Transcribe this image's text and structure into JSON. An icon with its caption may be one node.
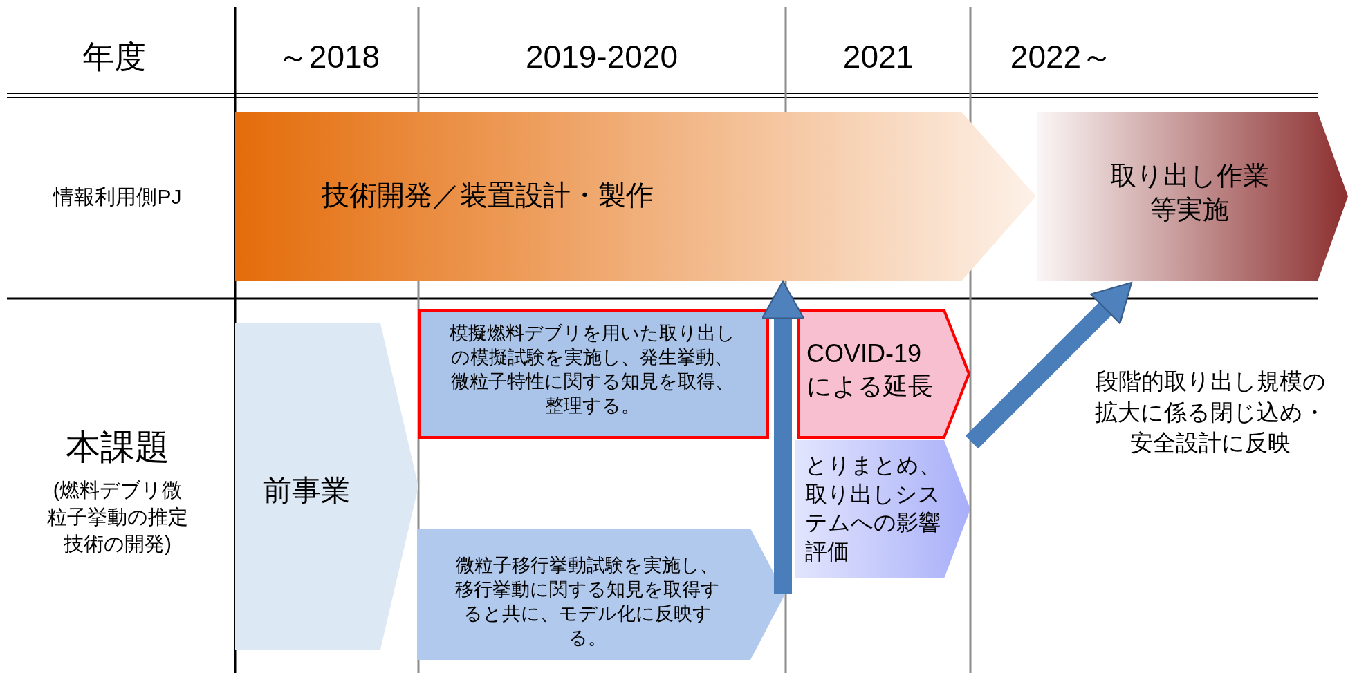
{
  "diagram": {
    "nodes": [
      {
        "text": [
          "技術開発／装置設計・製作"
        ]
      },
      {
        "text": [
          "取り出し作業等実施"
        ]
      },
      {
        "text": [
          "前事業"
        ]
      },
      {
        "text": [
          "模擬燃料デブリを用いた取り出しの模擬試験を実施し、発生挙動、微粒子特性に関する知見を取得、整理する。"
        ]
      },
      {
        "text": [
          "COVID-19による延長"
        ]
      },
      {
        "text": [
          "とりまとめ、取り出しシステムへの影響評価"
        ]
      },
      {
        "text": [
          "微粒子移行挙動試験を実施し、移行挙動に関する知見を取得すると共に、モデル化に反映する。"
        ]
      }
    ],
    "edges": [
      {
        "from": 6,
        "to": 0,
        "arrow": "to"
      },
      {
        "from": 5,
        "to": 1,
        "arrow": "to"
      }
    ],
    "labels": [
      "年度",
      "～2018",
      "2019-2020",
      "2021",
      "2022～",
      "情報利用側PJ",
      "本課題",
      "(燃料デブリ微粒子挙動の推定技術の開発)",
      "段階的取り出し規模の拡大に係る閉じ込め・安全設計に反映"
    ]
  }
}
